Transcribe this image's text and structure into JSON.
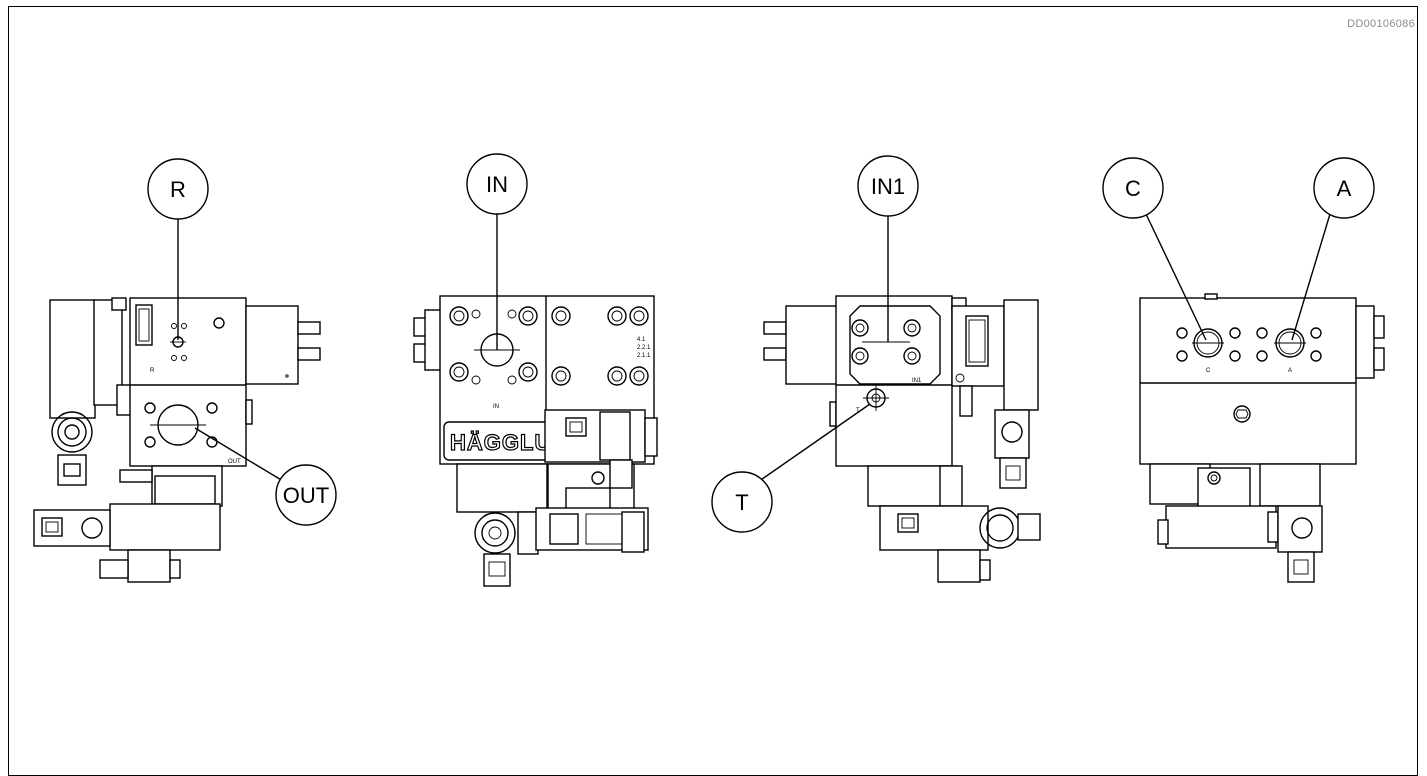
{
  "document_id": "DD00106086",
  "callouts": {
    "r": "R",
    "out": "OUT",
    "in": "IN",
    "in1": "IN1",
    "t": "T",
    "c": "C",
    "a": "A"
  },
  "part_marks": {
    "view1_r": "R",
    "view1_out": "OUT",
    "view2_in": "IN",
    "view2_ref1": "4.1",
    "view2_ref2": "2.2.1",
    "view2_ref3": "2.1.1",
    "view3_in1": "IN1",
    "view3_t": "T",
    "view4_c": "C",
    "view4_a": "A"
  },
  "brand_plate": "HÄGGLUNDS"
}
